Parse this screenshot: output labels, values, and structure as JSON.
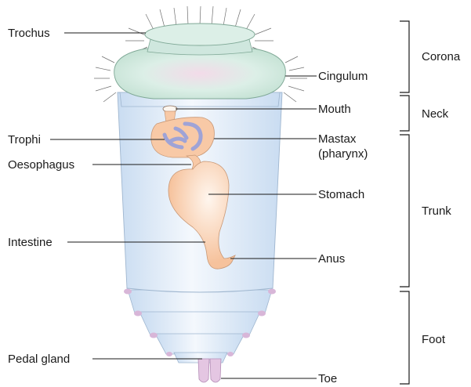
{
  "labels": {
    "trochus": "Trochus",
    "cingulum": "Cingulum",
    "mouth": "Mouth",
    "trophi": "Trophi",
    "mastax_1": "Mastax",
    "mastax_2": "(pharynx)",
    "oesophagus": "Oesophagus",
    "stomach": "Stomach",
    "intestine": "Intestine",
    "anus": "Anus",
    "pedal_gland": "Pedal gland",
    "toe": "Toe"
  },
  "regions": {
    "corona": "Corona",
    "neck": "Neck",
    "trunk": "Trunk",
    "foot": "Foot"
  },
  "colors": {
    "body_light": "#f4f8fd",
    "body_blue": "#c9dcf1",
    "corona_green": "#d6ece4",
    "corona_pink": "#f3dbe9",
    "gut_orange": "#f8c9a6",
    "trophi_purple": "#9fa3d6",
    "foot_pink": "#d8b6d8"
  }
}
